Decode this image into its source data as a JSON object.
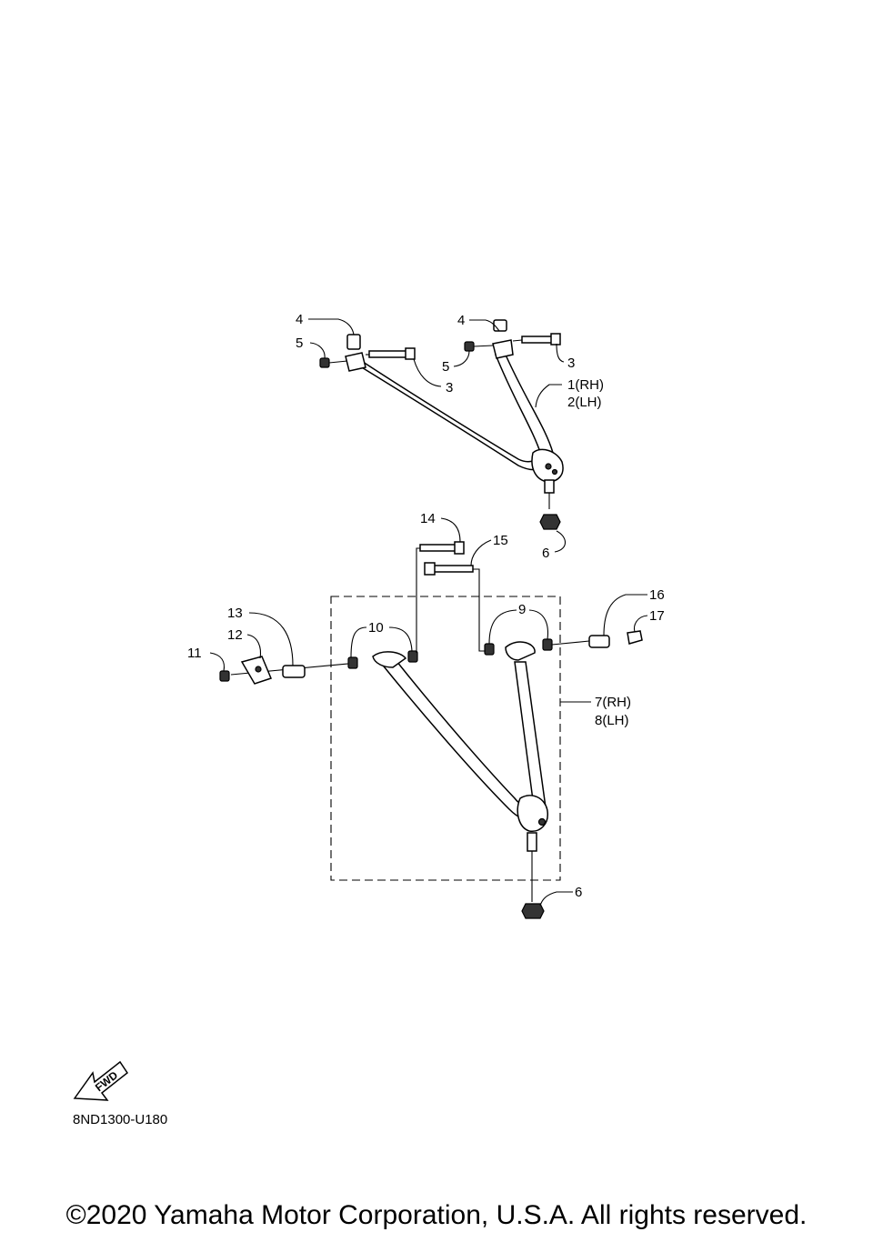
{
  "labels": {
    "l1": "1(RH)",
    "l2": "2(LH)",
    "l3a": "3",
    "l3b": "3",
    "l4a": "4",
    "l4b": "4",
    "l5a": "5",
    "l5b": "5",
    "l6a": "6",
    "l6b": "6",
    "l7": "7(RH)",
    "l8": "8(LH)",
    "l9": "9",
    "l10": "10",
    "l11": "11",
    "l12": "12",
    "l13": "13",
    "l14": "14",
    "l15": "15",
    "l16": "16",
    "l17": "17"
  },
  "fwd_arrow_text": "FWD",
  "diagram_code": "8ND1300-U180",
  "copyright": "©2020 Yamaha Motor Corporation, U.S.A. All rights reserved."
}
